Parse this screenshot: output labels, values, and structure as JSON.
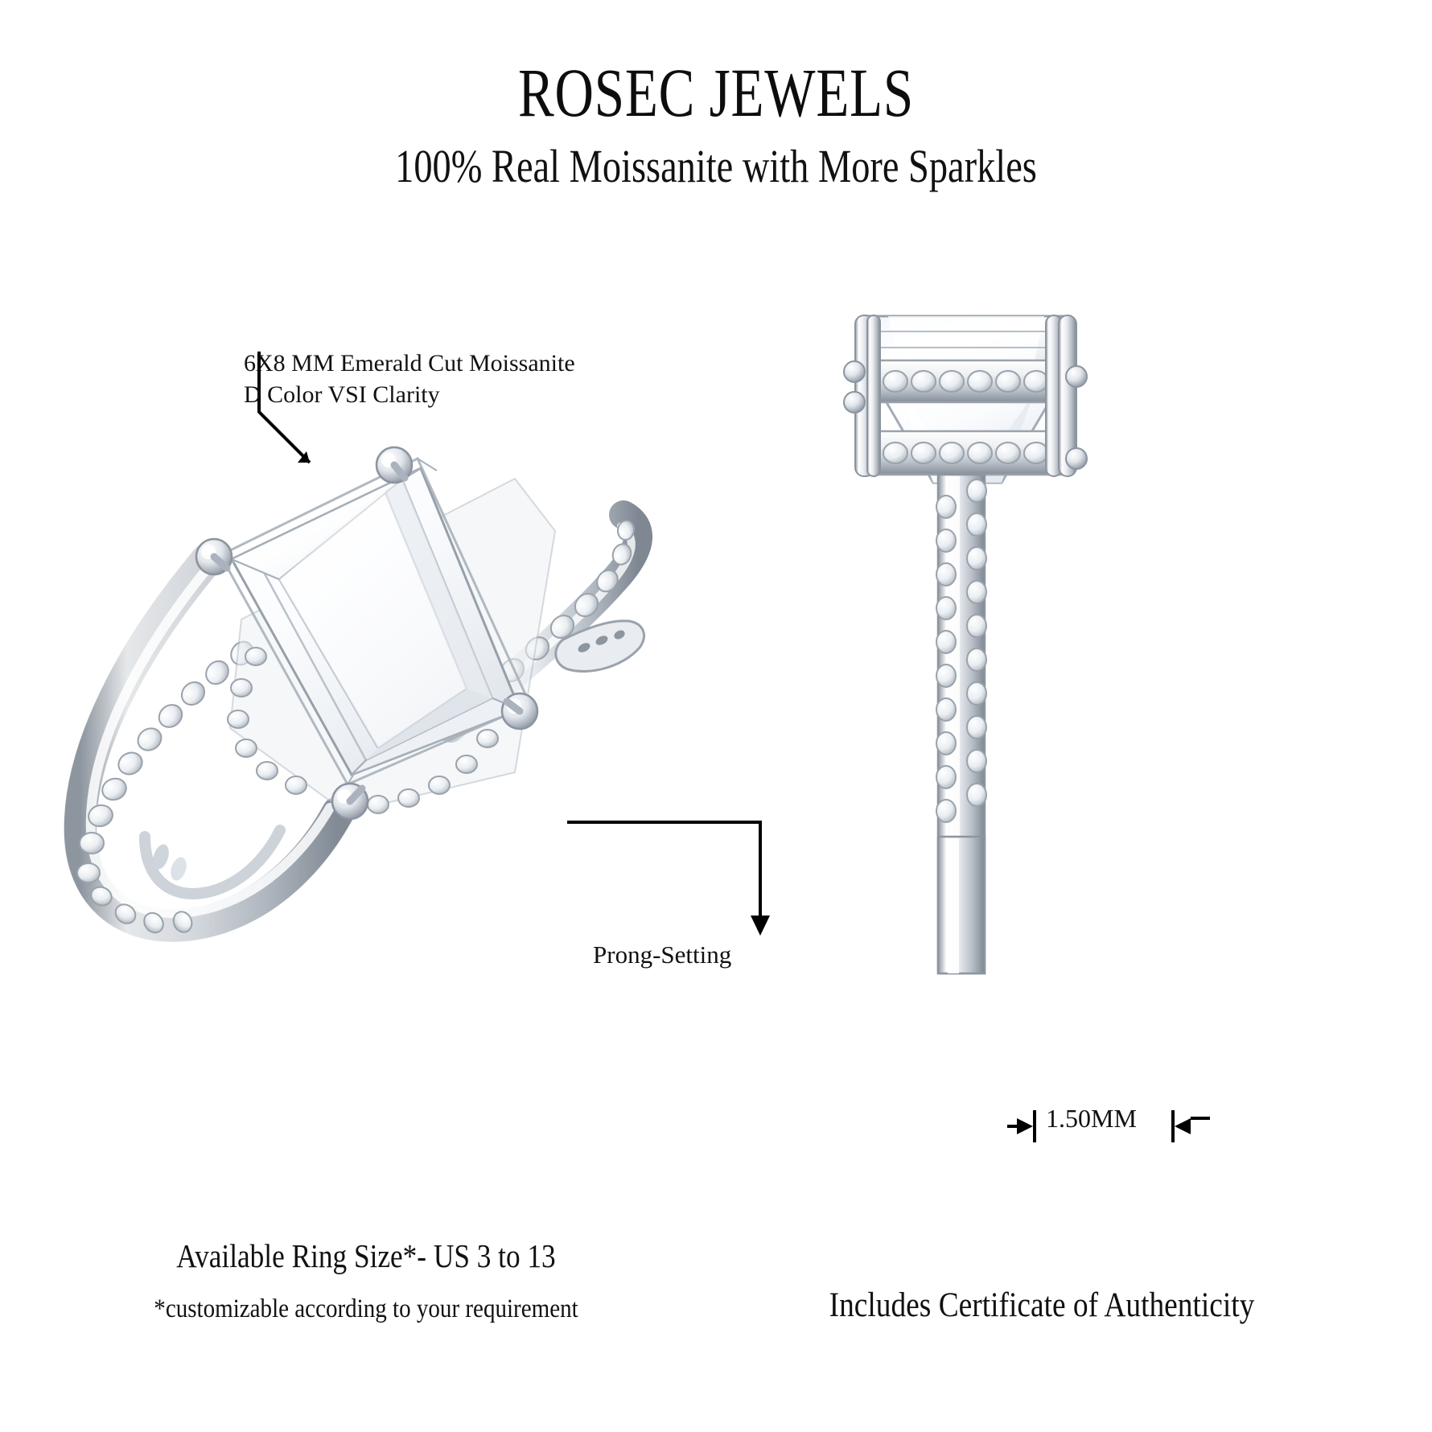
{
  "header": {
    "brand": "ROSEC JEWELS",
    "tagline": "100% Real Moissanite with More Sparkles"
  },
  "annotations": {
    "stone_line1": "6X8 MM Emerald Cut Moissanite",
    "stone_line2": "D Color VSI Clarity",
    "setting": "Prong-Setting",
    "band_width": "1.50MM"
  },
  "footer": {
    "ring_size": "Available Ring Size*- US 3 to 13",
    "customizable": "*customizable according to your requirement",
    "certificate": "Includes Certificate of Authenticity"
  },
  "colors": {
    "background": "#ffffff",
    "text": "#111111",
    "leader_line": "#000000",
    "metal_light": "#ffffff",
    "metal_mid": "#d9dde2",
    "metal_shadow": "#9aa2ab",
    "metal_dark": "#6f7884",
    "gem_fill": "#fbfcfd",
    "gem_facet": "#c9d1da",
    "gem_outline": "#8e98a3"
  },
  "product": {
    "views": [
      {
        "name": "three-quarter-view",
        "label": "Emerald cut solitaire ring, angled top view"
      },
      {
        "name": "side-profile-view",
        "label": "Ring side profile showing band width"
      }
    ]
  }
}
